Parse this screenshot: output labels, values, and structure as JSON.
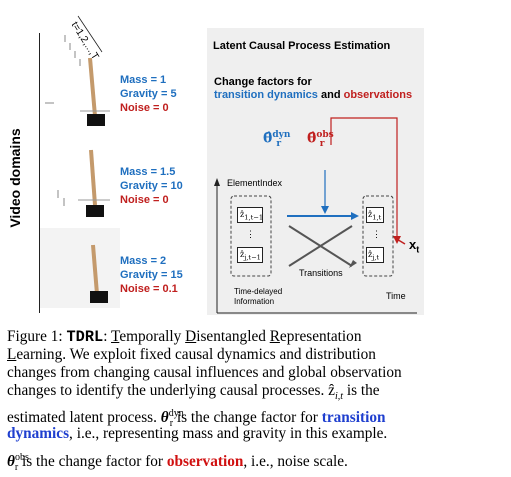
{
  "left": {
    "axis_label": "Video domains",
    "time_label": "t=1,2,...,T",
    "domains": [
      {
        "mass": "Mass = 1",
        "gravity": "Gravity = 5",
        "noise": "Noise = 0"
      },
      {
        "mass": "Mass = 1.5",
        "gravity": "Gravity = 10",
        "noise": "Noise = 0"
      },
      {
        "mass": "Mass = 2",
        "gravity": "Gravity = 15",
        "noise": "Noise = 0.1"
      }
    ]
  },
  "diagram": {
    "title": "Latent Causal Process Estimation",
    "change_factors_prefix": "Change factors for",
    "transition_dynamics": "transition dynamics",
    "and_word": "and",
    "observations": "observations",
    "theta_dyn_sup": "dyn",
    "theta_obs_sup": "obs",
    "theta_sub": "r",
    "element_index": "ElementIndex",
    "z_top_left": "ẑ",
    "z_top_left_sub": "1,t−1",
    "z_bottom_left": "ẑ",
    "z_bottom_left_sub": "j,t−1",
    "z_top_right": "ẑ",
    "z_top_right_sub": "1,t",
    "z_bottom_right": "ẑ",
    "z_bottom_right_sub": "j,t",
    "dots": "⋮",
    "transitions": "Transitions",
    "time_delayed_1": "Time-delayed",
    "time_delayed_2": "Information",
    "time": "Time",
    "x_t": "x",
    "x_t_sub": "t"
  },
  "caption": {
    "l1a": "Figure 1:",
    "l1b": "TDRL",
    "l1c": ": ",
    "l1d_T": "T",
    "l1d": "emporally ",
    "l1e_D": "D",
    "l1e": "isentangled ",
    "l1f_R": "R",
    "l1f": "epresentation",
    "l2a_L": "L",
    "l2a": "earning.  We exploit fixed causal dynamics and distribution",
    "l3": "changes from changing causal influences and global observation",
    "l4": "changes to identify the underlying causal processes.  ẑ",
    "l4_sub": "i,t",
    "l4_end": " is the",
    "l5a": "estimated latent process. ",
    "l5_theta": "θ",
    "l5_sup": "dyn",
    "l5_sub": "r",
    "l5b": " is the change factor for ",
    "l5c": "transition",
    "l6a": "dynamics",
    "l6b": ", i.e., representing mass and gravity in this example.",
    "l7_theta": "θ",
    "l7_sup": "obs",
    "l7_sub": "r",
    "l7b": "  is the change factor for ",
    "l7c": "observation",
    "l7d": ", i.e., noise scale."
  },
  "colors": {
    "blue": "#1f6fbf",
    "red": "#c0201f",
    "caption_blue": "#1f3fcf",
    "caption_red": "#d01010"
  }
}
